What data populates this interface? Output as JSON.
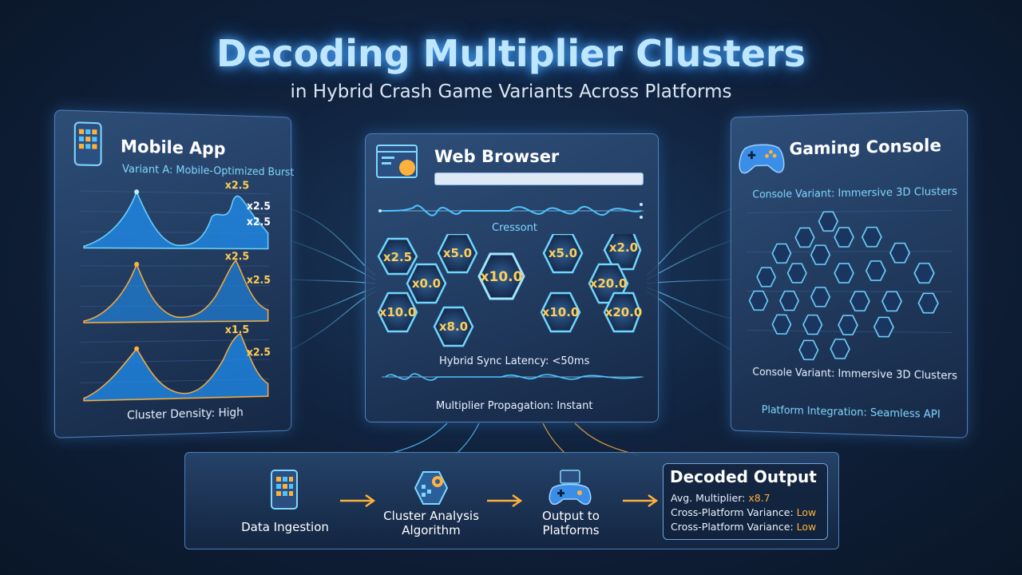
{
  "header": {
    "title": "Decoding Multiplier Clusters",
    "subtitle": "in Hybrid Crash Game Variants Across Platforms"
  },
  "mobile": {
    "title": "Mobile App",
    "variant": "Variant A: Mobile-Optimized Burst",
    "peak_labels": [
      "x2.5",
      "x2.5",
      "x2.5",
      "x2.5",
      "x2.5",
      "x1.5",
      "x2.5"
    ],
    "footer": "Cluster Density: High"
  },
  "web": {
    "title": "Web Browser",
    "wave_label": "Cressont",
    "hexes": [
      "x2.5",
      "x5.0",
      "x5.0",
      "x2.0",
      "x0.0",
      "x10.0",
      "x20.0",
      "x10.0",
      "x8.0",
      "x10.0",
      "x20.0"
    ],
    "latency": "Hybrid Sync Latency: <50ms",
    "propagation": "Multiplier Propagation: Instant"
  },
  "console": {
    "title": "Gaming Console",
    "variant_top": "Console Variant: Immersive 3D Clusters",
    "variant_bottom": "Console Variant: Immersive 3D Clusters",
    "integration": "Platform Integration: Seamless API"
  },
  "flow": {
    "step1": "Data Ingestion",
    "step2_line1": "Cluster Analysis",
    "step2_line2": "Algorithm",
    "step3_line1": "Output to",
    "step3_line2": "Platforms",
    "output": {
      "title": "Decoded Output",
      "avg_label": "Avg. Multiplier: ",
      "avg_value": "x8.7",
      "var1_label": "Cross-Platform Variance: ",
      "var1_value": "Low",
      "var2_label": "Cross-Platform Variance: ",
      "var2_value": "Low"
    }
  },
  "colors": {
    "accent_cyan": "#4fc3ff",
    "accent_orange": "#ffb13b",
    "panel_border": "#4f7fb8"
  }
}
